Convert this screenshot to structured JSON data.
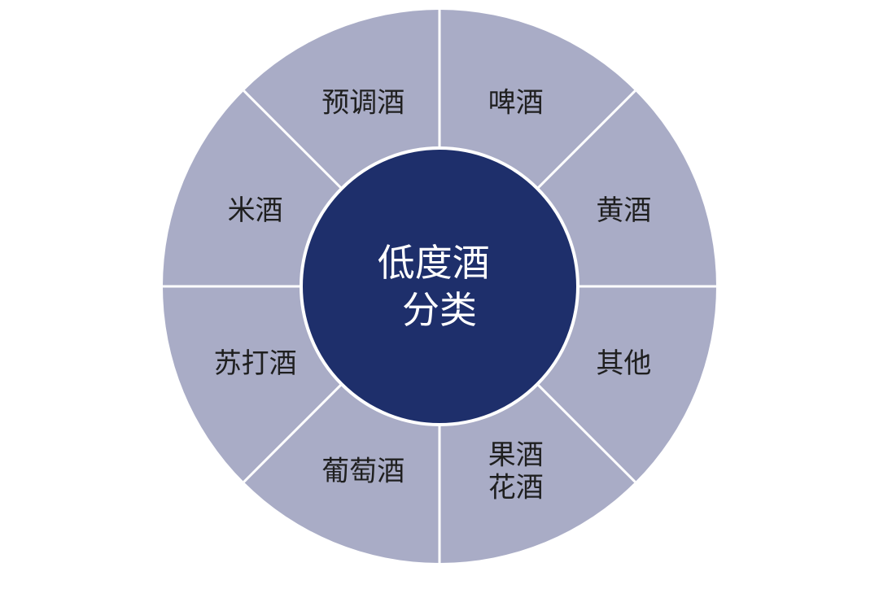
{
  "diagram": {
    "center": {
      "lines": [
        "低度酒",
        "分类"
      ]
    },
    "segments": [
      {
        "lines": [
          "啤酒"
        ]
      },
      {
        "lines": [
          "黄酒"
        ]
      },
      {
        "lines": [
          "其他"
        ]
      },
      {
        "lines": [
          "果酒",
          "花酒"
        ]
      },
      {
        "lines": [
          "葡萄酒"
        ]
      },
      {
        "lines": [
          "苏打酒"
        ]
      },
      {
        "lines": [
          "米酒"
        ]
      },
      {
        "lines": [
          "预调酒"
        ]
      }
    ],
    "colors": {
      "ring": "#a9acc6",
      "center": "#1e2f6b",
      "divider": "#ffffff",
      "segment_text": "#1f1f1f",
      "center_text": "#ffffff"
    }
  }
}
